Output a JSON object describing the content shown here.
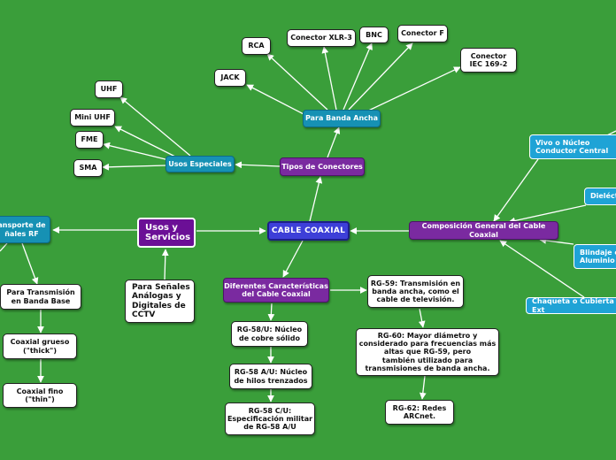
{
  "root": "CABLE COAXIAL",
  "tipos": "Tipos de Conectores",
  "banda_ancha": "Para Banda Ancha",
  "conectores": {
    "rca": "RCA",
    "xlr": "Conector XLR-3",
    "bnc": "BNC",
    "f": "Conector F",
    "iec": "Conector\nIEC 169-2",
    "jack": "JACK"
  },
  "usos_especiales": "Usos Especiales",
  "especiales": {
    "uhf": "UHF",
    "mini_uhf": "Mini UHF",
    "fme": "FME",
    "sma": "SMA"
  },
  "composicion": "Composición General del Cable Coaxial",
  "comp_items": {
    "vivo": "Vivo o Núcleo\nConductor Central",
    "dielectrico": "Dieléct",
    "blindaje": "Blindaje e\nAluminio o",
    "chaqueta": "Chaqueta o Cubierta Ext"
  },
  "usos": "Usos y\nServicios",
  "transporte": "ansporte de\nñales RF",
  "senales": "Para Señales\nAnálogas y\nDigitales de\nCCTV",
  "banda_base": "Para Transmisión\nen Banda Base",
  "grueso": "Coaxial grueso\n(\"thick\")",
  "fino": "Coaxial fino\n(\"thin\")",
  "diferentes": "Diferentes Características\ndel Cable Coaxial",
  "rg": {
    "rg58u": "RG-58/U: Núcleo\nde cobre sólido",
    "rg58au": "RG-58 A/U: Núcleo\nde hilos trenzados",
    "rg58cu": "RG-58 C/U:\nEspecificación militar\nde RG-58 A/U",
    "rg59": "RG-59: Transmisión en\nbanda ancha, como el\ncable de televisión.",
    "rg60": "RG-60: Mayor diámetro y\nconsiderado para frecuencias más\naltas que RG-59, pero\ntambién utilizado para\ntransmisiones de banda ancha.",
    "rg62": "RG-62: Redes\nARCnet."
  }
}
